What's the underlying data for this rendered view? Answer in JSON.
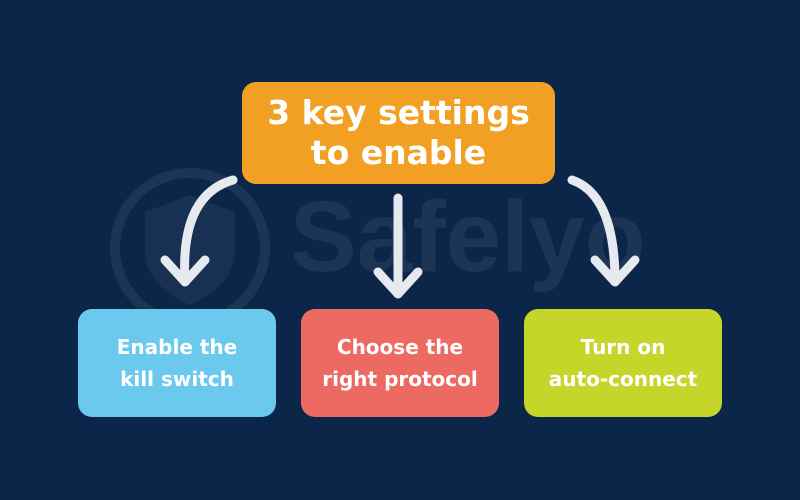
{
  "watermark": "Safelyo",
  "title": {
    "line1": "3 key settings",
    "line2": "to enable"
  },
  "items": [
    {
      "line1": "Enable the",
      "line2": "kill switch",
      "color": "#6bc9ee"
    },
    {
      "line1": "Choose the",
      "line2": "right protocol",
      "color": "#ec6a61"
    },
    {
      "line1": "Turn on",
      "line2": "auto-connect",
      "color": "#c6d52a"
    }
  ],
  "colors": {
    "background": "#0c2649",
    "title": "#f2a024",
    "arrow": "#e6e9ef"
  }
}
